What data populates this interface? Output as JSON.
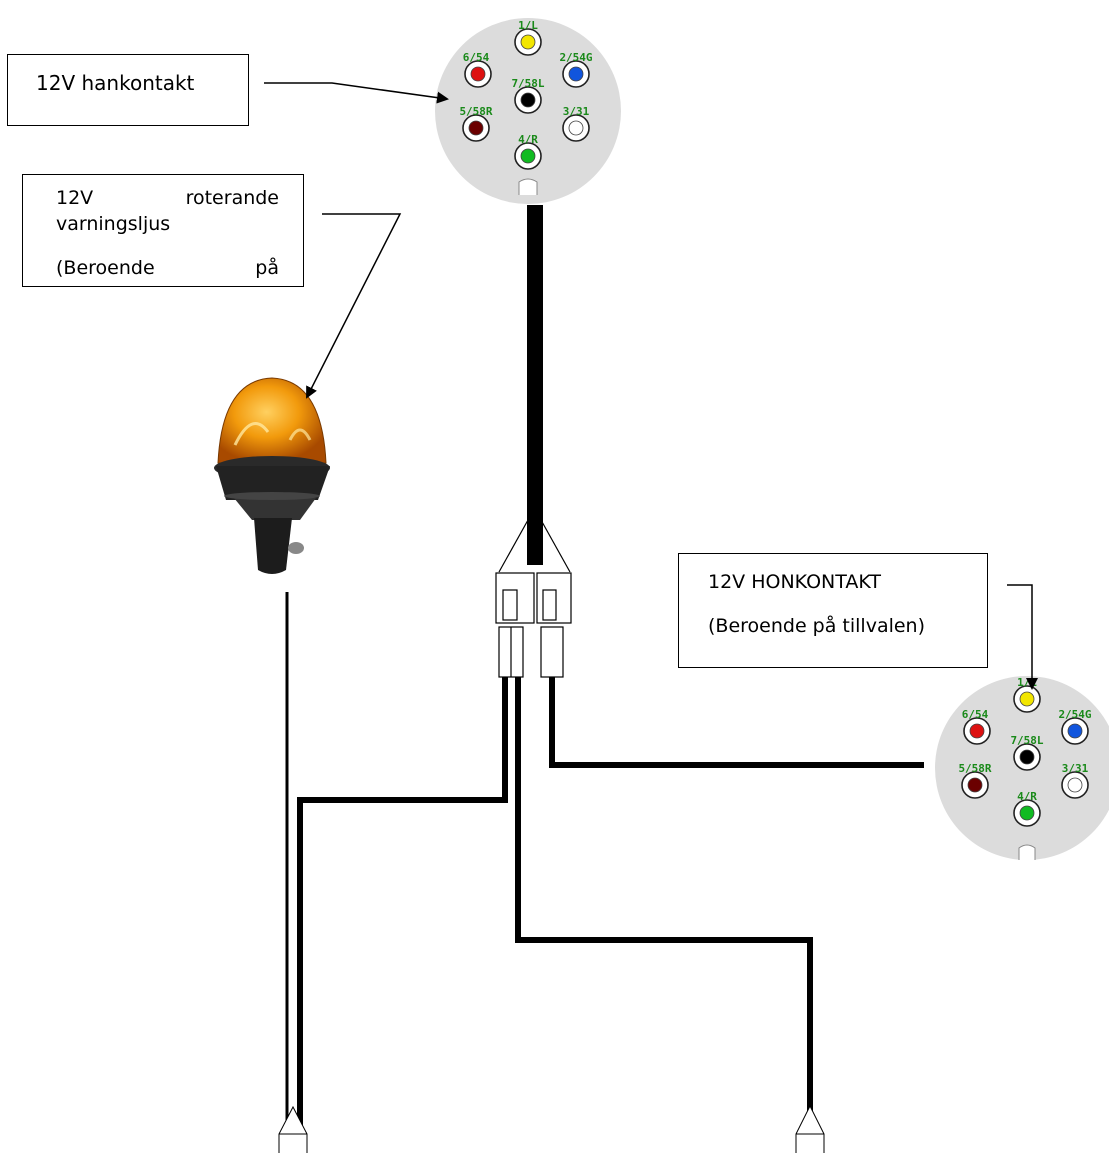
{
  "labels": {
    "hankontakt": "12V hankontakt",
    "varning_line1_a": "12V",
    "varning_line1_b": "roterande",
    "varning_line2": "varningsljus",
    "varning_line3_a": "(Beroende",
    "varning_line3_b": "på",
    "honkontakt_line1": "12V HONKONTAKT",
    "honkontakt_line2": "(Beroende på tillvalen)"
  },
  "pins": [
    {
      "id": "1/L",
      "color": "#f2e600"
    },
    {
      "id": "2/54G",
      "color": "#1155dd"
    },
    {
      "id": "3/31",
      "color": "#ffffff"
    },
    {
      "id": "4/R",
      "color": "#11bb22"
    },
    {
      "id": "5/58R",
      "color": "#6b0000"
    },
    {
      "id": "6/54",
      "color": "#dd1111"
    },
    {
      "id": "7/58L",
      "color": "#000000"
    }
  ],
  "colors": {
    "connector_face": "#dcdcdc",
    "pin_label": "#1a8a1a",
    "beacon": "#f29a0c",
    "cable": "#000000"
  }
}
